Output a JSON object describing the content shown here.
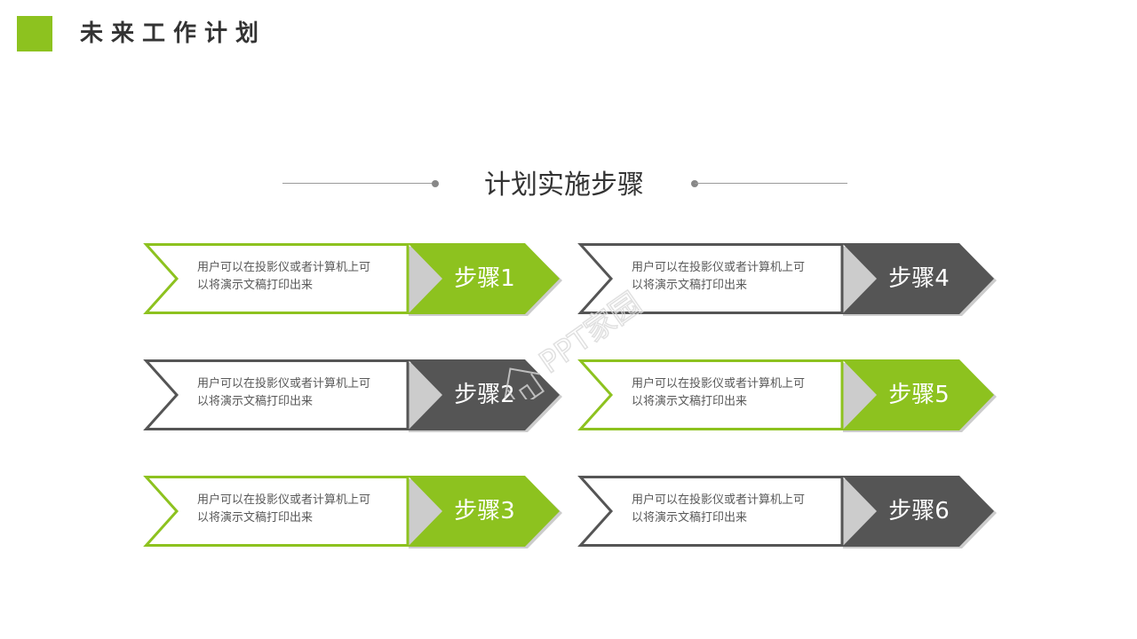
{
  "page": {
    "title": "未来工作计划",
    "section_title": "计划实施步骤"
  },
  "colors": {
    "green": "#8dc21f",
    "gray": "#555555",
    "text": "#333333",
    "description": "#595959",
    "rule": "#9a9a9a"
  },
  "steps": [
    {
      "label": "步骤1",
      "line1": "用户可以在投影仪或者计算机上可",
      "line2": "以将演示文稿打印出来",
      "color": "#8dc21f"
    },
    {
      "label": "步骤2",
      "line1": "用户可以在投影仪或者计算机上可",
      "line2": "以将演示文稿打印出来",
      "color": "#555555"
    },
    {
      "label": "步骤3",
      "line1": "用户可以在投影仪或者计算机上可",
      "line2": "以将演示文稿打印出来",
      "color": "#8dc21f"
    },
    {
      "label": "步骤4",
      "line1": "用户可以在投影仪或者计算机上可",
      "line2": "以将演示文稿打印出来",
      "color": "#555555"
    },
    {
      "label": "步骤5",
      "line1": "用户可以在投影仪或者计算机上可",
      "line2": "以将演示文稿打印出来",
      "color": "#8dc21f"
    },
    {
      "label": "步骤6",
      "line1": "用户可以在投影仪或者计算机上可",
      "line2": "以将演示文稿打印出来",
      "color": "#555555"
    }
  ],
  "watermark": {
    "text": "PPT家园",
    "icon": "house-logo-icon"
  }
}
